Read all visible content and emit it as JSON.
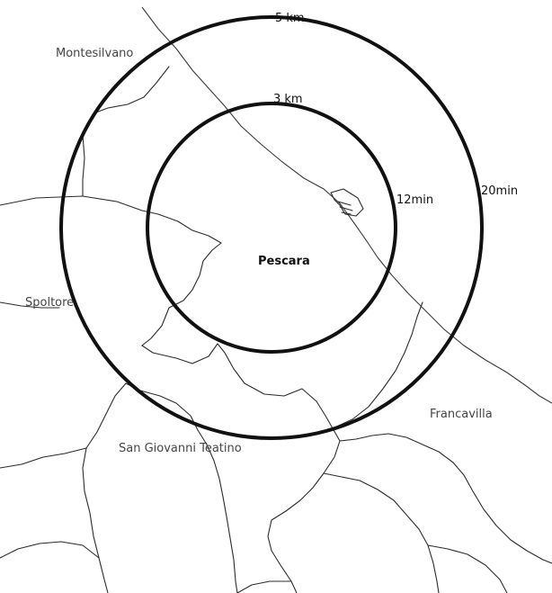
{
  "map": {
    "center_label": "Pescara",
    "towns": {
      "montesilvano": "Montesilvano",
      "spoltore": "Spoltore",
      "san_giovanni": "San Giovanni Teatino",
      "francavilla": "Francavilla"
    },
    "rings": {
      "inner": {
        "distance": "3 km",
        "time": "12min"
      },
      "outer": {
        "distance": "5 km",
        "time": "20min"
      }
    },
    "colors": {
      "background": "#ffffff",
      "ring": "#111111",
      "boundary": "#2b2b2b",
      "town_text": "#444444"
    }
  }
}
